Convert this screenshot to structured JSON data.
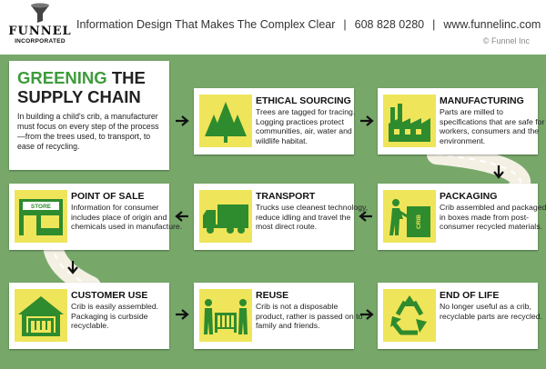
{
  "header": {
    "logo_word": "FUNNEL",
    "logo_sub": "INCORPORATED",
    "tagline": "Information Design That Makes The Complex Clear",
    "phone": "608 828 0280",
    "website": "www.funnelinc.com",
    "separator": "|",
    "copyright": "© Funnel Inc"
  },
  "intro": {
    "title_accent": "GREENING",
    "title_rest_line1": " THE",
    "title_line2": "SUPPLY CHAIN",
    "text": "In building a child's crib, a manufacturer must focus on every step of the process—from the trees used, to transport, to ease of recycling."
  },
  "steps": [
    {
      "title": "ETHICAL SOURCING",
      "text": "Trees are tagged for tracing. Logging practices protect communities, air, water and wildlife habitat.",
      "icon": "trees-icon"
    },
    {
      "title": "MANUFACTURING",
      "text": "Parts are milled to specifications that are safe for workers, consumers and the environment.",
      "icon": "factory-icon"
    },
    {
      "title": "PACKAGING",
      "text": "Crib assembled and packaged in boxes made from post-consumer recycled materials.",
      "icon": "package-icon",
      "box_label": "CRIB"
    },
    {
      "title": "TRANSPORT",
      "text": "Trucks use cleanest technology, reduce idling and travel the most direct route.",
      "icon": "truck-icon"
    },
    {
      "title": "POINT OF SALE",
      "text": "Information for consumer includes place of origin and chemicals used in manufacture.",
      "icon": "store-icon",
      "sign_label": "STORE"
    },
    {
      "title": "CUSTOMER USE",
      "text": "Crib is easily assembled. Packaging is curbside recyclable.",
      "icon": "house-crib-icon"
    },
    {
      "title": "REUSE",
      "text": "Crib is not a disposable product, rather is passed on to family and friends.",
      "icon": "people-crib-icon"
    },
    {
      "title": "END OF LIFE",
      "text": "No longer useful as a crib, recyclable parts are recycled.",
      "icon": "recycle-icon"
    }
  ],
  "colors": {
    "background_green": "#77a86a",
    "icon_yellow": "#efe55a",
    "icon_green": "#2e8b2e",
    "title_green": "#3e9b3c",
    "road": "#f4f1e4"
  }
}
